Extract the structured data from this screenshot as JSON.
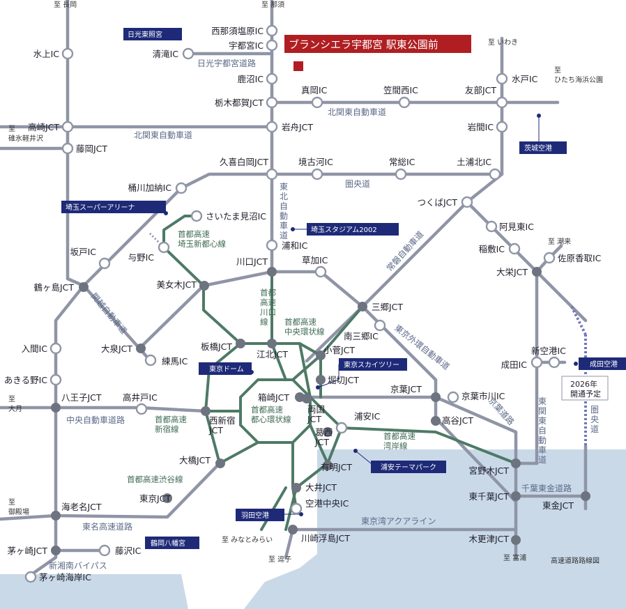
{
  "title": "ブランシエラ宇都宮 駅東公園前",
  "footnote": "高速道路路線図",
  "colors": {
    "expressway": "#8f95a6",
    "shuto": "#4e7a66",
    "title_bg": "#b01e22",
    "poi": "#1e2a78",
    "water": "#c9d9e8"
  },
  "ic_labels": {
    "nishinasu": "西那須塩原IC",
    "utsunomiya": "宇都宮IC",
    "kanuma": "鹿沼IC",
    "kiyotaki": "清滝IC",
    "tochigitsuga": "栃木都賀JCT",
    "mooka": "真岡IC",
    "kasamanishi": "笠間西IC",
    "tomobe": "友部JCT",
    "mito": "水戸IC",
    "iwafune": "岩舟JCT",
    "iwama": "岩間IC",
    "minakami": "水上IC",
    "takasaki": "高崎JCT",
    "fujioka": "藤岡JCT",
    "kukishiraoka": "久喜白岡JCT",
    "sakaikoga": "境古河IC",
    "joso": "常総IC",
    "tsuchiurakita": "土浦北IC",
    "okegawakano": "桶川加納IC",
    "tsukuba": "つくばJCT",
    "saitamaminuma": "さいたま見沼IC",
    "amiHigashi": "阿見東IC",
    "yono": "与野IC",
    "urawa": "浦和IC",
    "inashiki": "稲敷IC",
    "sakado": "坂戸IC",
    "kawaguchi": "川口JCT",
    "soka": "草加IC",
    "oei": "大栄JCT",
    "sawarakatori": "佐原香取IC",
    "tsurugashima": "鶴ヶ島JCT",
    "bijogi": "美女木JCT",
    "misato": "三郷JCT",
    "minamimisato": "南三郷IC",
    "iruma": "入間IC",
    "oizumi": "大泉JCT",
    "itabashi": "板橋JCT",
    "kohoku": "江北JCT",
    "kosuge": "小菅JCT",
    "nerima": "練馬IC",
    "akirunoIC": "あきる野IC",
    "horikiri": "堀切JCT",
    "shinkuko": "新空港IC",
    "narita": "成田IC",
    "hakozaki": "箱崎JCT",
    "keiyo": "京葉JCT",
    "ryogoku": "両国\nJCT",
    "keiyoichikawa": "京葉市川IC",
    "hachioji": "八王子JCT",
    "takaido": "高井戸IC",
    "nishishinjuku": "西新宿\nJCT",
    "urayasu": "浦安IC",
    "takaya": "高谷JCT",
    "kasai": "葛西\nJCT",
    "ohashi": "大橋JCT",
    "ariake": "有明JCT",
    "miyanogi": "宮野木JCT",
    "oi": "大井JCT",
    "tokyojct": "東京JCT",
    "kukochuo": "空港中央IC",
    "higashichiba": "東千葉JCT",
    "togane": "東金JCT",
    "ebina": "海老名JCT",
    "kawasakiukishima": "川崎浮島JCT",
    "kisarazu": "木更津JCT",
    "chigasaki": "茅ヶ崎JCT",
    "fujisawa": "藤沢IC",
    "chigasakikaigan": "茅ヶ崎海岸IC"
  },
  "shuto_labels": {
    "circle": "箱崎JCT 首都高速\n都心環状線",
    "circle_name": "首都高速\n都心環状線",
    "chuo_kanjo": "首都高速\n中央環状線",
    "kawaguchi_line": "首都\n高速\n川口\n線",
    "saitama_shintoshin": "首都高速\n埼玉新都心線",
    "shinjuku": "首都高速\n新宿線",
    "shibuya": "首都高速渋谷線",
    "wangan": "首都高速\n湾岸線"
  },
  "road_labels": {
    "nikko_utsunomiya": "日光宇都宮道路",
    "kitakanto_east": "北関東自動車道",
    "kitakanto_west": "北関東自動車道",
    "kenodo_top": "圏央道",
    "tohoku": "東\n北\n自\n動\n車\n道",
    "joban": "常磐自動車道",
    "kanetsu": "関越自動車道",
    "gaikan": "東京外環自動車道",
    "keiyo_road": "京葉道路",
    "higashikanto": "東\n関\n東\n自\n動\n車\n道",
    "kenodo_east": "圏\n央\n道",
    "chuo": "中央自動車道路",
    "tomei": "東名高速道路",
    "chiba_togane": "千葉東金道路",
    "aqualine": "東京湾アクアライン",
    "shinshonan": "新湘南バイパス"
  },
  "directions": {
    "nagaoka": "至 長岡",
    "nasu": "至 那須",
    "iwaki": "至 いわき",
    "hitachi": "至\nひたち海浜公園",
    "usui": "至\n碓氷軽井沢",
    "itako": "至 潮来",
    "otsuki": "至\n大月",
    "gotemba": "至\n御殿場",
    "minatomirai": "至 みなとみらい",
    "zushi": "至 逗子",
    "tomiura": "至 富浦"
  },
  "pois": {
    "nikko": "日光東照宮",
    "ibaraki": "茨城空港",
    "ssa": "埼玉スーパーアリーナ",
    "stadium": "埼玉スタジアム2002",
    "dome": "東京ドーム",
    "skytree": "東京スカイツリー",
    "narita_airport": "成田空港",
    "urayasu_park": "浦安テーマパーク",
    "haneda": "羽田空港",
    "tsurugaoka": "鶴岡八幡宮"
  },
  "notice": "2026年\n開通予定"
}
